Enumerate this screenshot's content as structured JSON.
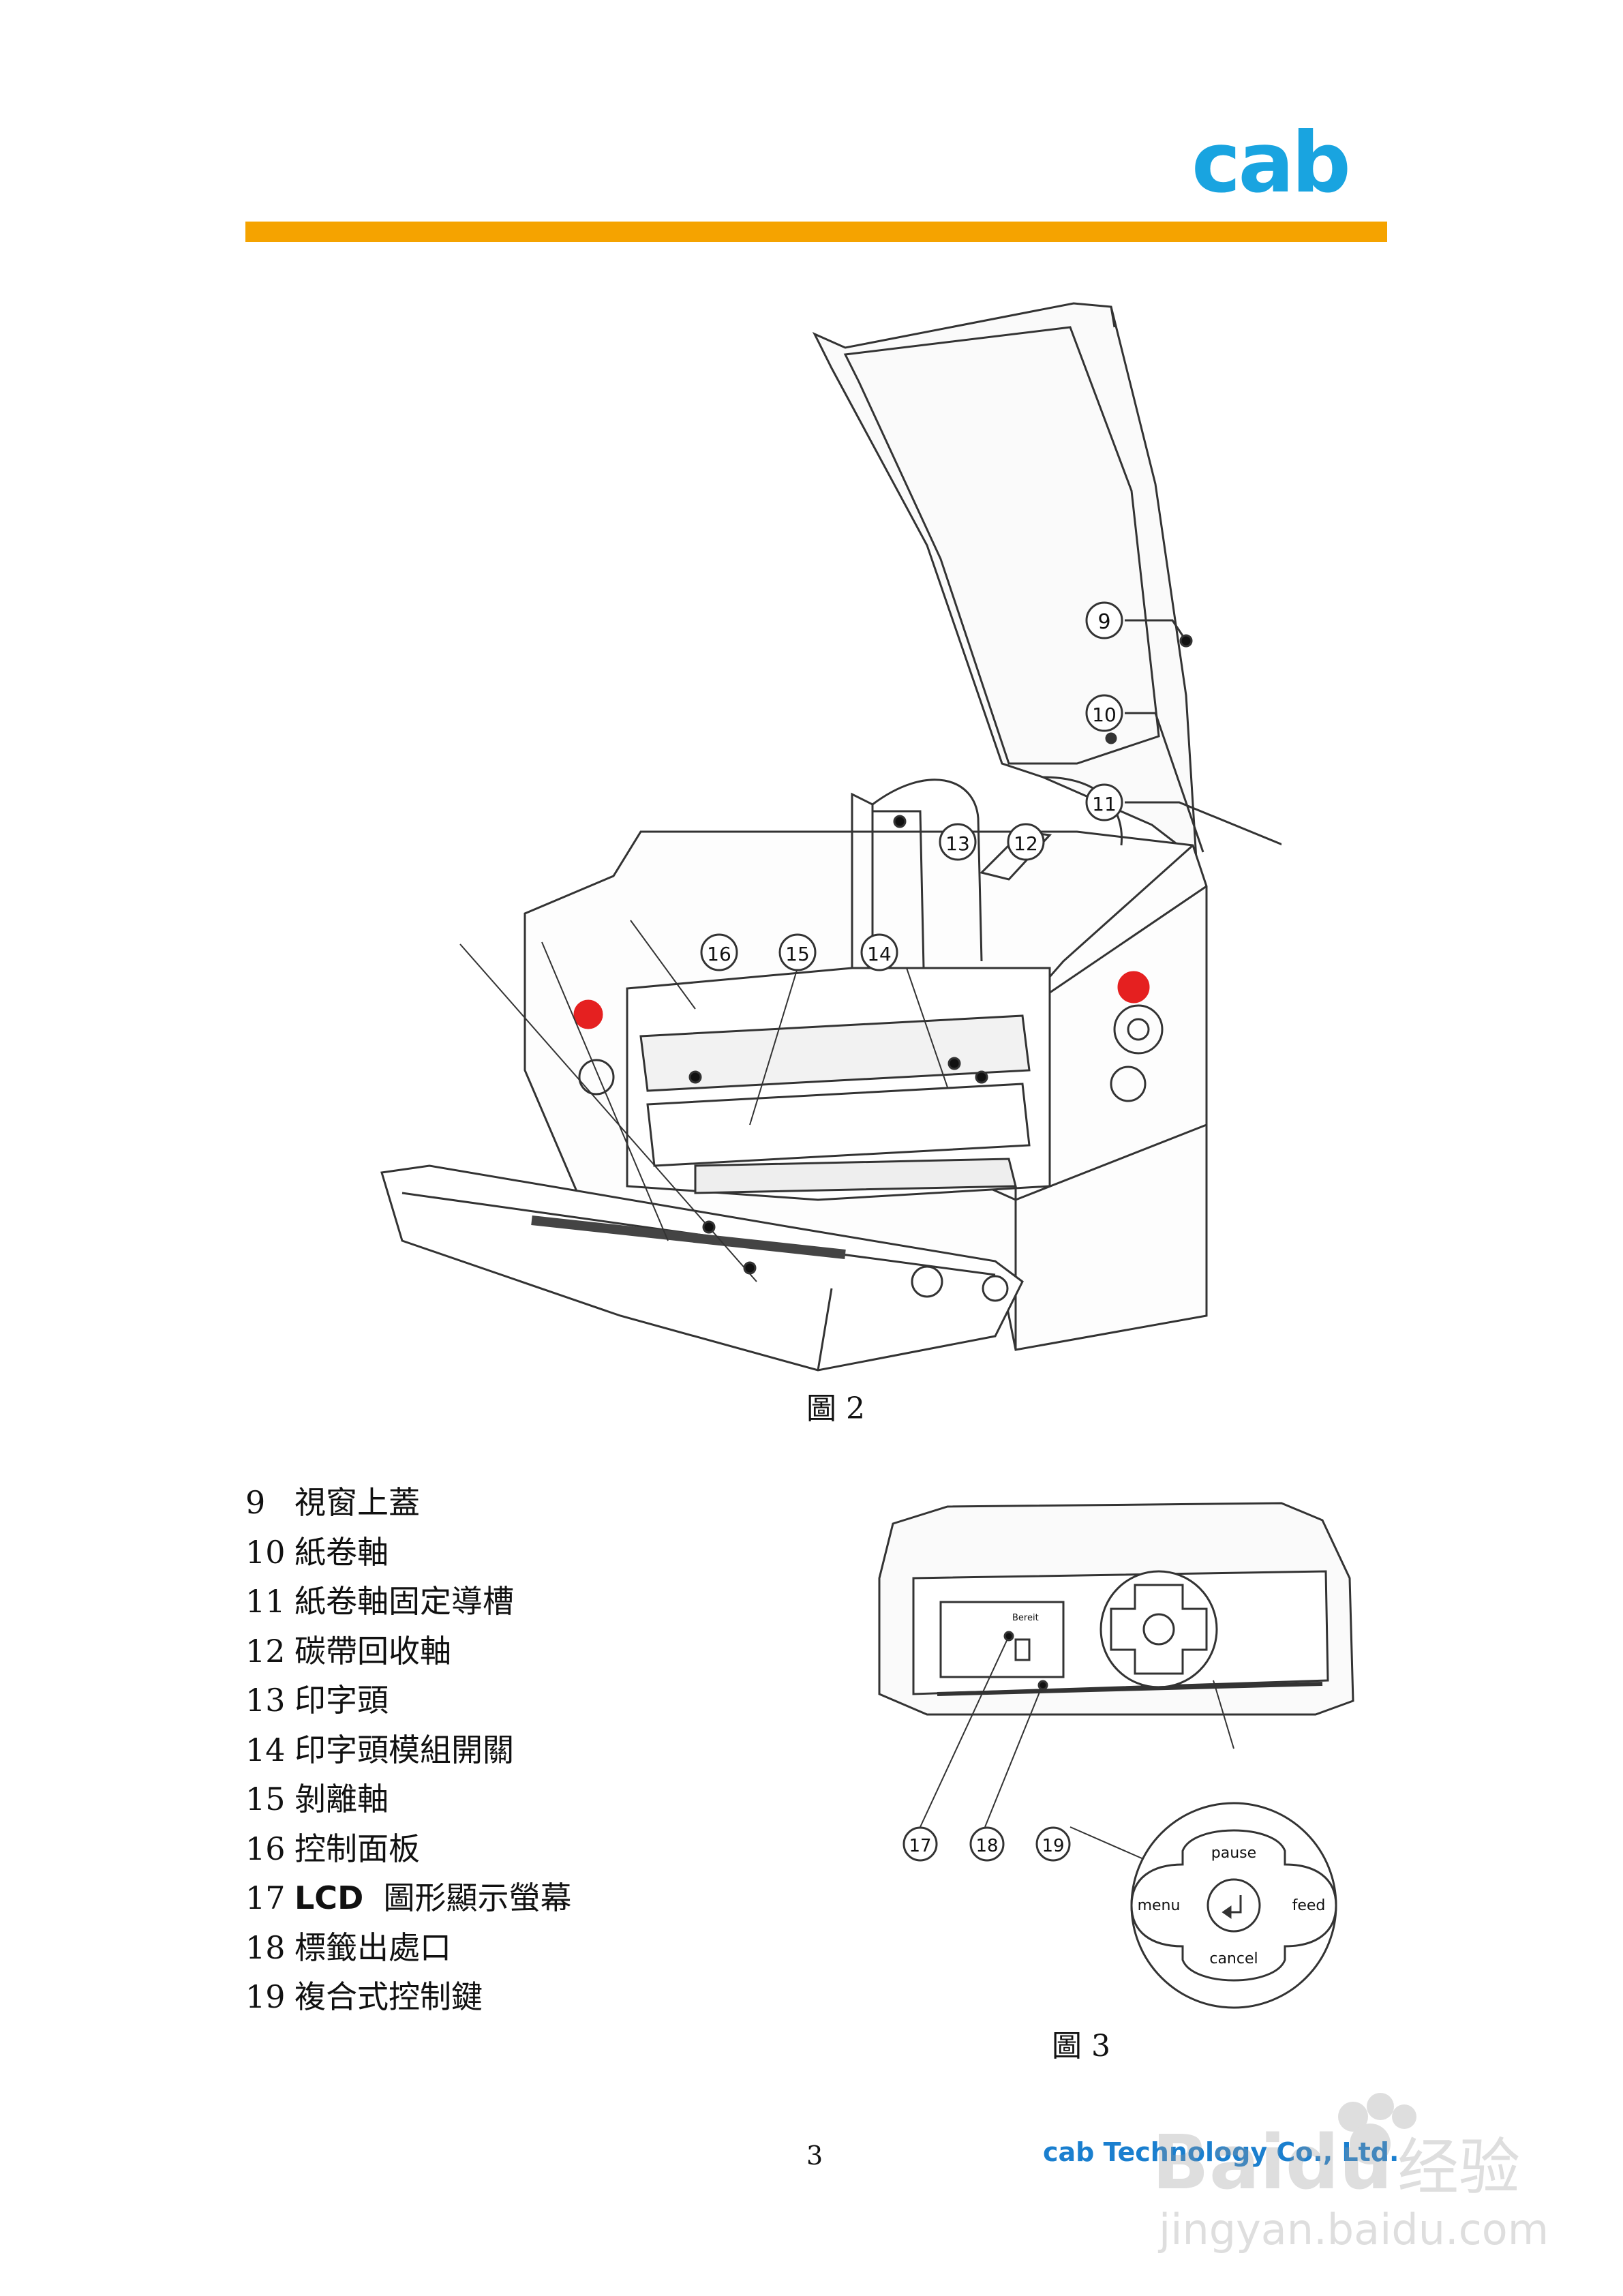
{
  "header": {
    "logo_text": "cab",
    "brand_color": "#19a4e0",
    "bar_color": "#f5a300"
  },
  "figure2": {
    "caption": "圖 2",
    "callouts": [
      "9",
      "10",
      "11",
      "12",
      "13",
      "14",
      "15",
      "16"
    ]
  },
  "legend": [
    {
      "num": "9",
      "text": "視窗上蓋"
    },
    {
      "num": "10",
      "text": "紙卷軸"
    },
    {
      "num": "11",
      "text": "紙卷軸固定導槽"
    },
    {
      "num": "12",
      "text": "碳帶回收軸"
    },
    {
      "num": "13",
      "text": "印字頭"
    },
    {
      "num": "14",
      "text": "印字頭模組開關"
    },
    {
      "num": "15",
      "text": "剝離軸"
    },
    {
      "num": "16",
      "text": "控制面板"
    },
    {
      "num": "17",
      "prefix": "LCD",
      "text": "圖形顯示螢幕"
    },
    {
      "num": "18",
      "text": "標籤出處口"
    },
    {
      "num": "19",
      "text": "複合式控制鍵"
    }
  ],
  "figure3": {
    "caption": "圖 3",
    "callouts": [
      "17",
      "18",
      "19"
    ],
    "lcd_text": "Bereit",
    "keys": {
      "pause": "pause",
      "menu": "menu",
      "feed": "feed",
      "cancel": "cancel"
    }
  },
  "footer": {
    "page_number": "3",
    "company": "cab Technology Co., Ltd."
  },
  "watermark": {
    "brand": "Baidu",
    "cn_text": "经验",
    "url": "jingyan.baidu.com"
  }
}
